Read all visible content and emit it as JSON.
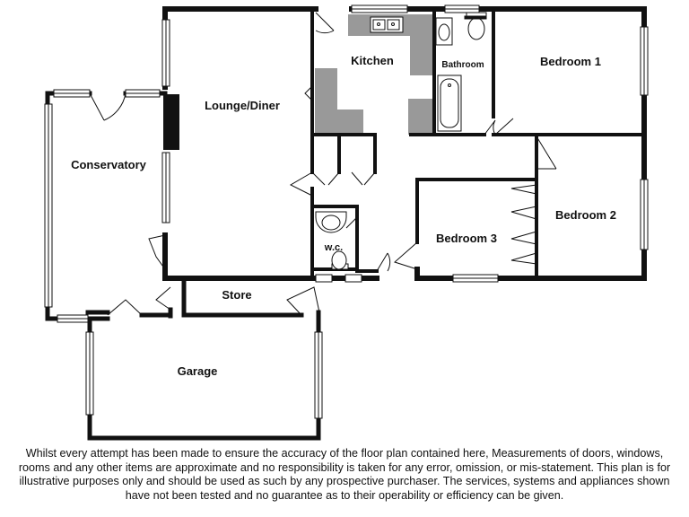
{
  "rooms": {
    "kitchen": "Kitchen",
    "bathroom": "Bathroom",
    "bedroom1": "Bedroom 1",
    "lounge": "Lounge/Diner",
    "conservatory": "Conservatory",
    "bedroom2": "Bedroom 2",
    "bedroom3": "Bedroom 3",
    "wc": "w.c.",
    "store": "Store",
    "garage": "Garage"
  },
  "disclaimer": {
    "line1": "Whilst every attempt has been made to ensure the accuracy of the floor plan contained here, Measurements of doors, windows,",
    "line2": "rooms and any other items are approximate and no responsibility is taken for any error, omission, or mis-statement. This plan is for",
    "line3": "illustrative purposes only and should be used as such by any prospective purchaser. The services, systems and appliances shown",
    "line4": "have not been tested and no guarantee as to their operability or efficiency can be given."
  },
  "colors": {
    "wall": "#111111",
    "fitting": "#999999",
    "window": "#ffffff"
  }
}
